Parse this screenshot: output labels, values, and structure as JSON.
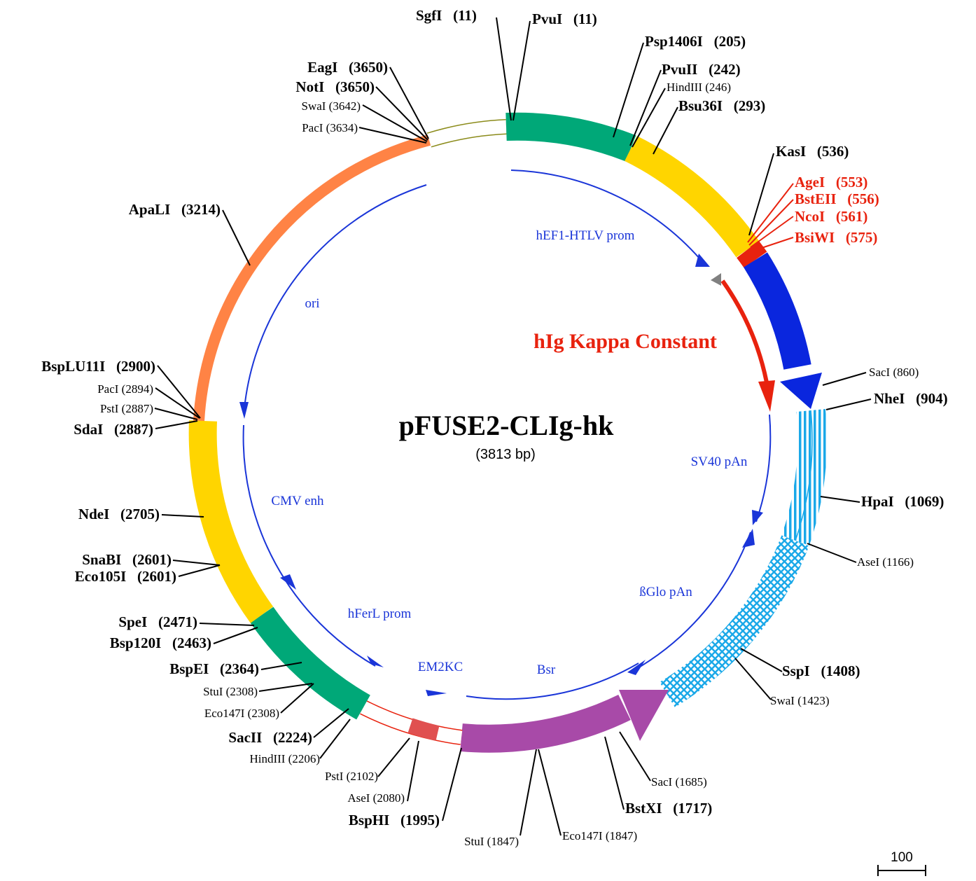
{
  "plasmid": {
    "name": "pFUSE2-CLIg-hk",
    "size": "(3813 bp)"
  },
  "colors": {
    "orange": "#ff8345",
    "green": "#00a878",
    "yellow": "#ffd500",
    "red": "#e8220e",
    "darkred": "#e05050",
    "blue": "#0a26de",
    "lightblue": "#1aa8e8",
    "purple": "#a84aa8",
    "olive": "#8b8b1a",
    "label_blue": "#1a35d8",
    "gray": "#808080"
  },
  "features": {
    "hef1": "hEF1-HTLV prom",
    "hig": "hIg Kappa Constant",
    "sv40": "SV40 pAn",
    "bglo": "ßGlo pAn",
    "bsr": "Bsr",
    "em2kc": "EM2KC",
    "hferl": "hFerL prom",
    "cmv": "CMV enh",
    "ori": "ori"
  },
  "sites": {
    "sgfi": "SgfI   (11)",
    "pvui": "PvuI   (11)",
    "psp1406i": "Psp1406I   (205)",
    "pvuii": "PvuII   (242)",
    "hindiii246": "HindIII (246)",
    "bsu36i": "Bsu36I   (293)",
    "kasi": "KasI   (536)",
    "agei": "AgeI   (553)",
    "bsteii": "BstEII   (556)",
    "ncoi": "NcoI   (561)",
    "bsiwi": "BsiWI   (575)",
    "saci860": "SacI (860)",
    "nhei": "NheI   (904)",
    "hpai": "HpaI   (1069)",
    "asei1166": "AseI (1166)",
    "sspi": "SspI   (1408)",
    "swai1423": "SwaI (1423)",
    "saci1685": "SacI (1685)",
    "bstxi": "BstXI   (1717)",
    "eco147i1847": "Eco147I (1847)",
    "stui1847": "StuI (1847)",
    "bsphi": "BspHI   (1995)",
    "asei2080": "AseI (2080)",
    "psti2102": "PstI (2102)",
    "hindiii2206": "HindIII (2206)",
    "sacii": "SacII   (2224)",
    "eco147i2308": "Eco147I (2308)",
    "stui2308": "StuI (2308)",
    "bspei": "BspEI   (2364)",
    "bsp120i": "Bsp120I   (2463)",
    "spei": "SpeI   (2471)",
    "eco105i": "Eco105I   (2601)",
    "snabi": "SnaBI   (2601)",
    "ndei": "NdeI   (2705)",
    "sdai": "SdaI   (2887)",
    "psti2887": "PstI (2887)",
    "paci2894": "PacI (2894)",
    "bsplu11i": "BspLU11I   (2900)",
    "apali": "ApaLI   (3214)",
    "paci3634": "PacI (3634)",
    "swai3642": "SwaI (3642)",
    "noti": "NotI   (3650)",
    "eagi": "EagI   (3650)"
  },
  "scale": {
    "label": "100"
  }
}
